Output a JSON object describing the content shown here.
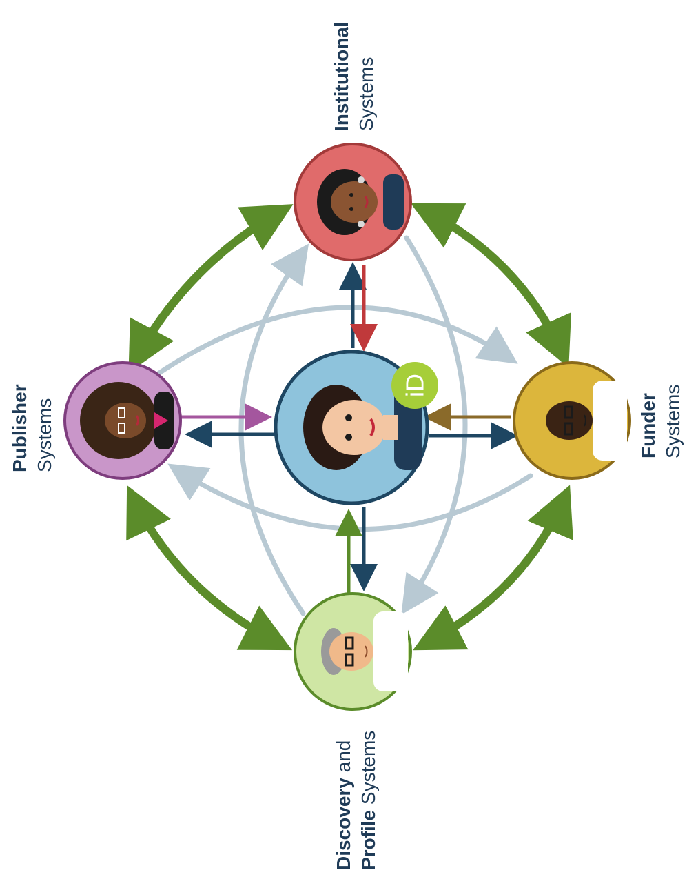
{
  "nodes": {
    "institutional": {
      "bold": "Institutional",
      "regular": "Systems",
      "color": "#e06b6b"
    },
    "publisher": {
      "bold": "Publisher",
      "regular": "Systems",
      "color": "#c996c9"
    },
    "funder": {
      "bold": "Funder",
      "regular": "Systems",
      "color": "#dcb63c"
    },
    "discovery": {
      "line1_bold": "Discovery",
      "line1_regular": " and",
      "line2_bold": "Profile",
      "line2_regular": " Systems",
      "color": "#cfe6a4"
    },
    "researcher": {
      "color": "#8ec3dc"
    }
  },
  "orcid": {
    "text": "iD",
    "color": "#a6ce39"
  },
  "colors": {
    "green_arrow": "#5b8c2a",
    "navy_arrow": "#1e4662",
    "light_arc": "#b8c9d3",
    "red_arrow": "#c0393b",
    "purple_arrow": "#a4569e",
    "brown_arrow": "#8a6a2a",
    "olive_arrow": "#5b8c2a"
  }
}
